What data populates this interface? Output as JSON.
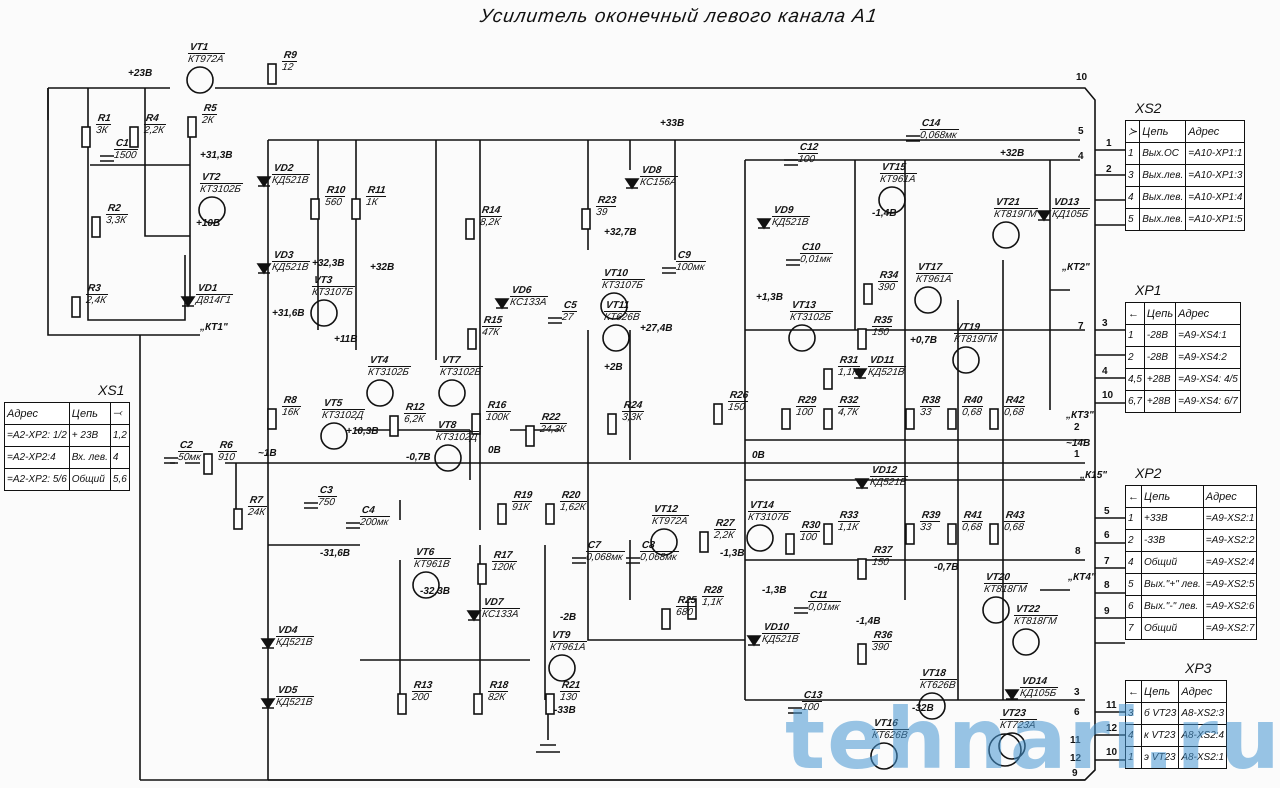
{
  "title": "Усилитель оконечный левого канала А1",
  "watermark": "tehnari.ru",
  "components": [
    {
      "ref": "VT1",
      "value": "КТ972А"
    },
    {
      "ref": "R9",
      "value": "12"
    },
    {
      "ref": "R1",
      "value": "3К"
    },
    {
      "ref": "R4",
      "value": "2,2К"
    },
    {
      "ref": "C1",
      "value": "1500"
    },
    {
      "ref": "R5",
      "value": "2К"
    },
    {
      "ref": "VT2",
      "value": "КТ3102Б"
    },
    {
      "ref": "R2",
      "value": "3,3К"
    },
    {
      "ref": "R3",
      "value": "2,4К"
    },
    {
      "ref": "VD1",
      "value": "Д814Г1"
    },
    {
      "ref": "VD2",
      "value": "КД521В"
    },
    {
      "ref": "R10",
      "value": "560"
    },
    {
      "ref": "R11",
      "value": "1К"
    },
    {
      "ref": "VD3",
      "value": "КД521В"
    },
    {
      "ref": "VT3",
      "value": "КТ3107Б"
    },
    {
      "ref": "R14",
      "value": "8,2К"
    },
    {
      "ref": "R23",
      "value": "39"
    },
    {
      "ref": "VD8",
      "value": "КС156А"
    },
    {
      "ref": "C9",
      "value": "100мк"
    },
    {
      "ref": "VT10",
      "value": "КТ3107Б"
    },
    {
      "ref": "VD6",
      "value": "КС133А"
    },
    {
      "ref": "C5",
      "value": "27"
    },
    {
      "ref": "VT11",
      "value": "КТ626В"
    },
    {
      "ref": "R15",
      "value": "47К"
    },
    {
      "ref": "R8",
      "value": "16К"
    },
    {
      "ref": "VT4",
      "value": "КТ3102Б"
    },
    {
      "ref": "VT7",
      "value": "КТ3102Б"
    },
    {
      "ref": "VT5",
      "value": "КТ3102Д"
    },
    {
      "ref": "VT8",
      "value": "КТ3102Д"
    },
    {
      "ref": "R12",
      "value": "6,2К"
    },
    {
      "ref": "R16",
      "value": "100К"
    },
    {
      "ref": "R24",
      "value": "3,3К"
    },
    {
      "ref": "R22",
      "value": "24,3К"
    },
    {
      "ref": "C2",
      "value": "50мк"
    },
    {
      "ref": "R6",
      "value": "910"
    },
    {
      "ref": "R7",
      "value": "24К"
    },
    {
      "ref": "C3",
      "value": "750"
    },
    {
      "ref": "C4",
      "value": "200мк"
    },
    {
      "ref": "R19",
      "value": "91К"
    },
    {
      "ref": "R20",
      "value": "1,62К"
    },
    {
      "ref": "VT6",
      "value": "КТ961В"
    },
    {
      "ref": "R17",
      "value": "120К"
    },
    {
      "ref": "C7",
      "value": "0,068мк"
    },
    {
      "ref": "C8",
      "value": "0,068мк"
    },
    {
      "ref": "VT12",
      "value": "КТ972А"
    },
    {
      "ref": "R27",
      "value": "2,2К"
    },
    {
      "ref": "R25",
      "value": "680"
    },
    {
      "ref": "R28",
      "value": "1,1К"
    },
    {
      "ref": "VD7",
      "value": "КС133А"
    },
    {
      "ref": "VT9",
      "value": "КТ961А"
    },
    {
      "ref": "R13",
      "value": "200"
    },
    {
      "ref": "R18",
      "value": "82К"
    },
    {
      "ref": "R21",
      "value": "130"
    },
    {
      "ref": "VD4",
      "value": "КД521В"
    },
    {
      "ref": "VD5",
      "value": "КД521В"
    },
    {
      "ref": "C12",
      "value": "100"
    },
    {
      "ref": "VT15",
      "value": "КТ961А"
    },
    {
      "ref": "VD9",
      "value": "КД521В"
    },
    {
      "ref": "C10",
      "value": "0,01мк"
    },
    {
      "ref": "VT17",
      "value": "КТ961А"
    },
    {
      "ref": "R34",
      "value": "390"
    },
    {
      "ref": "VT13",
      "value": "КТ3102Б"
    },
    {
      "ref": "R35",
      "value": "150"
    },
    {
      "ref": "VT19",
      "value": "КТ819ГМ"
    },
    {
      "ref": "VD11",
      "value": "КД521В"
    },
    {
      "ref": "R26",
      "value": "150"
    },
    {
      "ref": "R29",
      "value": "100"
    },
    {
      "ref": "R31",
      "value": "1,1К"
    },
    {
      "ref": "R32",
      "value": "4,7К"
    },
    {
      "ref": "R38",
      "value": "33"
    },
    {
      "ref": "R40",
      "value": "0,68"
    },
    {
      "ref": "R42",
      "value": "0,68"
    },
    {
      "ref": "VT21",
      "value": "КТ819ГМ"
    },
    {
      "ref": "VD13",
      "value": "КД105Б"
    },
    {
      "ref": "C14",
      "value": "0,068мк"
    },
    {
      "ref": "VD12",
      "value": "КД521В"
    },
    {
      "ref": "VT14",
      "value": "КТ3107Б"
    },
    {
      "ref": "R30",
      "value": "100"
    },
    {
      "ref": "R33",
      "value": "1,1К"
    },
    {
      "ref": "R39",
      "value": "33"
    },
    {
      "ref": "R41",
      "value": "0,68"
    },
    {
      "ref": "R43",
      "value": "0,68"
    },
    {
      "ref": "R37",
      "value": "150"
    },
    {
      "ref": "C11",
      "value": "0,01мк"
    },
    {
      "ref": "R36",
      "value": "390"
    },
    {
      "ref": "VT20",
      "value": "КТ818ГМ"
    },
    {
      "ref": "VT22",
      "value": "КТ818ГМ"
    },
    {
      "ref": "VD10",
      "value": "КД521В"
    },
    {
      "ref": "VT18",
      "value": "КТ626В"
    },
    {
      "ref": "VT16",
      "value": "КТ626В"
    },
    {
      "ref": "C13",
      "value": "100"
    },
    {
      "ref": "VD14",
      "value": "КД105Б"
    },
    {
      "ref": "VT23",
      "value": "КТ723А"
    }
  ],
  "voltages": [
    "+23В",
    "+31,3В",
    "+10В",
    "+33В",
    "+32,3В",
    "+32В",
    "+31,6В",
    "+11В",
    "+32,7В",
    "+27,4В",
    "+2В",
    "+10,3В",
    "~1В",
    "0В",
    "-0,7В",
    "-31,6В",
    "-32,3В",
    "-2В",
    "-33В",
    "-1,4В",
    "+1,3В",
    "+0,7В",
    "0В",
    "-1,3В",
    "-1,3В",
    "-0,7В",
    "-1,4В",
    "-32В",
    "+32В",
    "~14В"
  ],
  "test_points": [
    "„КТ1\"",
    "„КТ2\"",
    "„КТ3\"",
    "„КТ4\"",
    "„К15\""
  ],
  "wire_numbers": [
    "10",
    "5",
    "4",
    "7",
    "2",
    "1",
    "8",
    "3",
    "6",
    "11",
    "12",
    "9",
    "1",
    "2",
    "3",
    "4",
    "10",
    "5",
    "6",
    "7",
    "8",
    "9",
    "11",
    "12",
    "10"
  ],
  "tables": {
    "XS1": {
      "name": "XS1",
      "headers": [
        "Адрес",
        "Цепь",
        "⤙"
      ],
      "rows": [
        [
          "=А2-ХР2: 1/2",
          "+ 23В",
          "1,2"
        ],
        [
          "=А2-ХР2:4",
          "Вх. лев.",
          "4"
        ],
        [
          "=А2-ХР2: 5/6",
          "Общий",
          "5,6"
        ]
      ]
    },
    "XS2": {
      "name": "XS2",
      "headers": [
        "≻",
        "Цепь",
        "Адрес"
      ],
      "rows": [
        [
          "1",
          "Вых.ОС",
          "=А10-ХР1:1"
        ],
        [
          "3",
          "Вых.лев.",
          "=А10-ХР1:3"
        ],
        [
          "4",
          "Вых.лев.",
          "=А10-ХР1:4"
        ],
        [
          "5",
          "Вых.лев.",
          "=А10-ХР1:5"
        ]
      ]
    },
    "XP1": {
      "name": "ХР1",
      "headers": [
        "←",
        "Цепь",
        "Адрес"
      ],
      "rows": [
        [
          "1",
          "-28В",
          "=А9-XS4:1"
        ],
        [
          "2",
          "-28В",
          "=А9-XS4:2"
        ],
        [
          "4,5",
          "+28В",
          "=А9-XS4: 4/5"
        ],
        [
          "6,7",
          "+28В",
          "=А9-XS4: 6/7"
        ]
      ]
    },
    "XP2": {
      "name": "ХР2",
      "headers": [
        "←",
        "Цепь",
        "Адрес"
      ],
      "rows": [
        [
          "1",
          "+33В",
          "=А9-XS2:1"
        ],
        [
          "2",
          "-33В",
          "=А9-XS2:2"
        ],
        [
          "4",
          "Общий",
          "=А9-XS2:4"
        ],
        [
          "5",
          "Вых.\"+\" лев.",
          "=А9-XS2:5"
        ],
        [
          "6",
          "Вых.\"-\" лев.",
          "=А9-XS2:6"
        ],
        [
          "7",
          "Общий",
          "=А9-XS2:7"
        ]
      ]
    },
    "XP3": {
      "name": "ХР3",
      "headers": [
        "←",
        "Цепь",
        "Адрес"
      ],
      "rows": [
        [
          "3",
          "б VT23",
          "А8-XS2:3"
        ],
        [
          "4",
          "к VT23",
          "А8-XS2:4"
        ],
        [
          "1",
          "э VT23",
          "А8-XS2:1"
        ]
      ]
    }
  }
}
